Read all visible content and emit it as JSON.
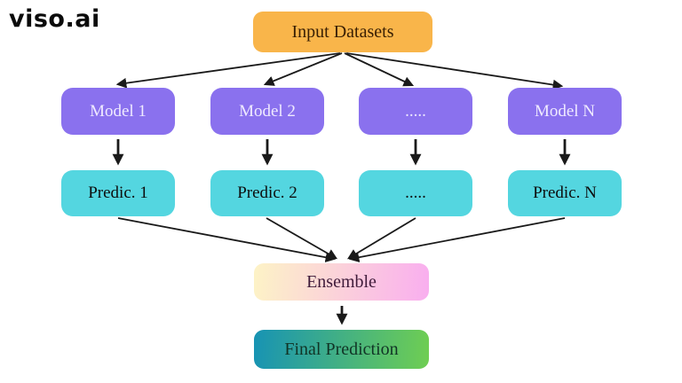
{
  "logo": {
    "text": "viso.ai"
  },
  "diagram": {
    "title_semantic": "Ensemble learning flow diagram",
    "input": {
      "label": "Input Datasets"
    },
    "models": [
      {
        "label": "Model 1"
      },
      {
        "label": "Model 2"
      },
      {
        "label": "....."
      },
      {
        "label": "Model N"
      }
    ],
    "predictions": [
      {
        "label": "Predic. 1"
      },
      {
        "label": "Predic. 2"
      },
      {
        "label": "....."
      },
      {
        "label": "Predic. N"
      }
    ],
    "ensemble": {
      "label": "Ensemble"
    },
    "final": {
      "label": "Final Prediction"
    },
    "colors": {
      "input_bg": "#F9B54A",
      "model_bg": "#8A71EE",
      "prediction_bg": "#54D6E0",
      "ensemble_gradient_start": "#FDF3C6",
      "ensemble_gradient_end": "#F9AEEF",
      "final_gradient_start": "#1793B4",
      "final_gradient_end": "#6FCE52",
      "arrow": "#1a1a1a"
    }
  }
}
